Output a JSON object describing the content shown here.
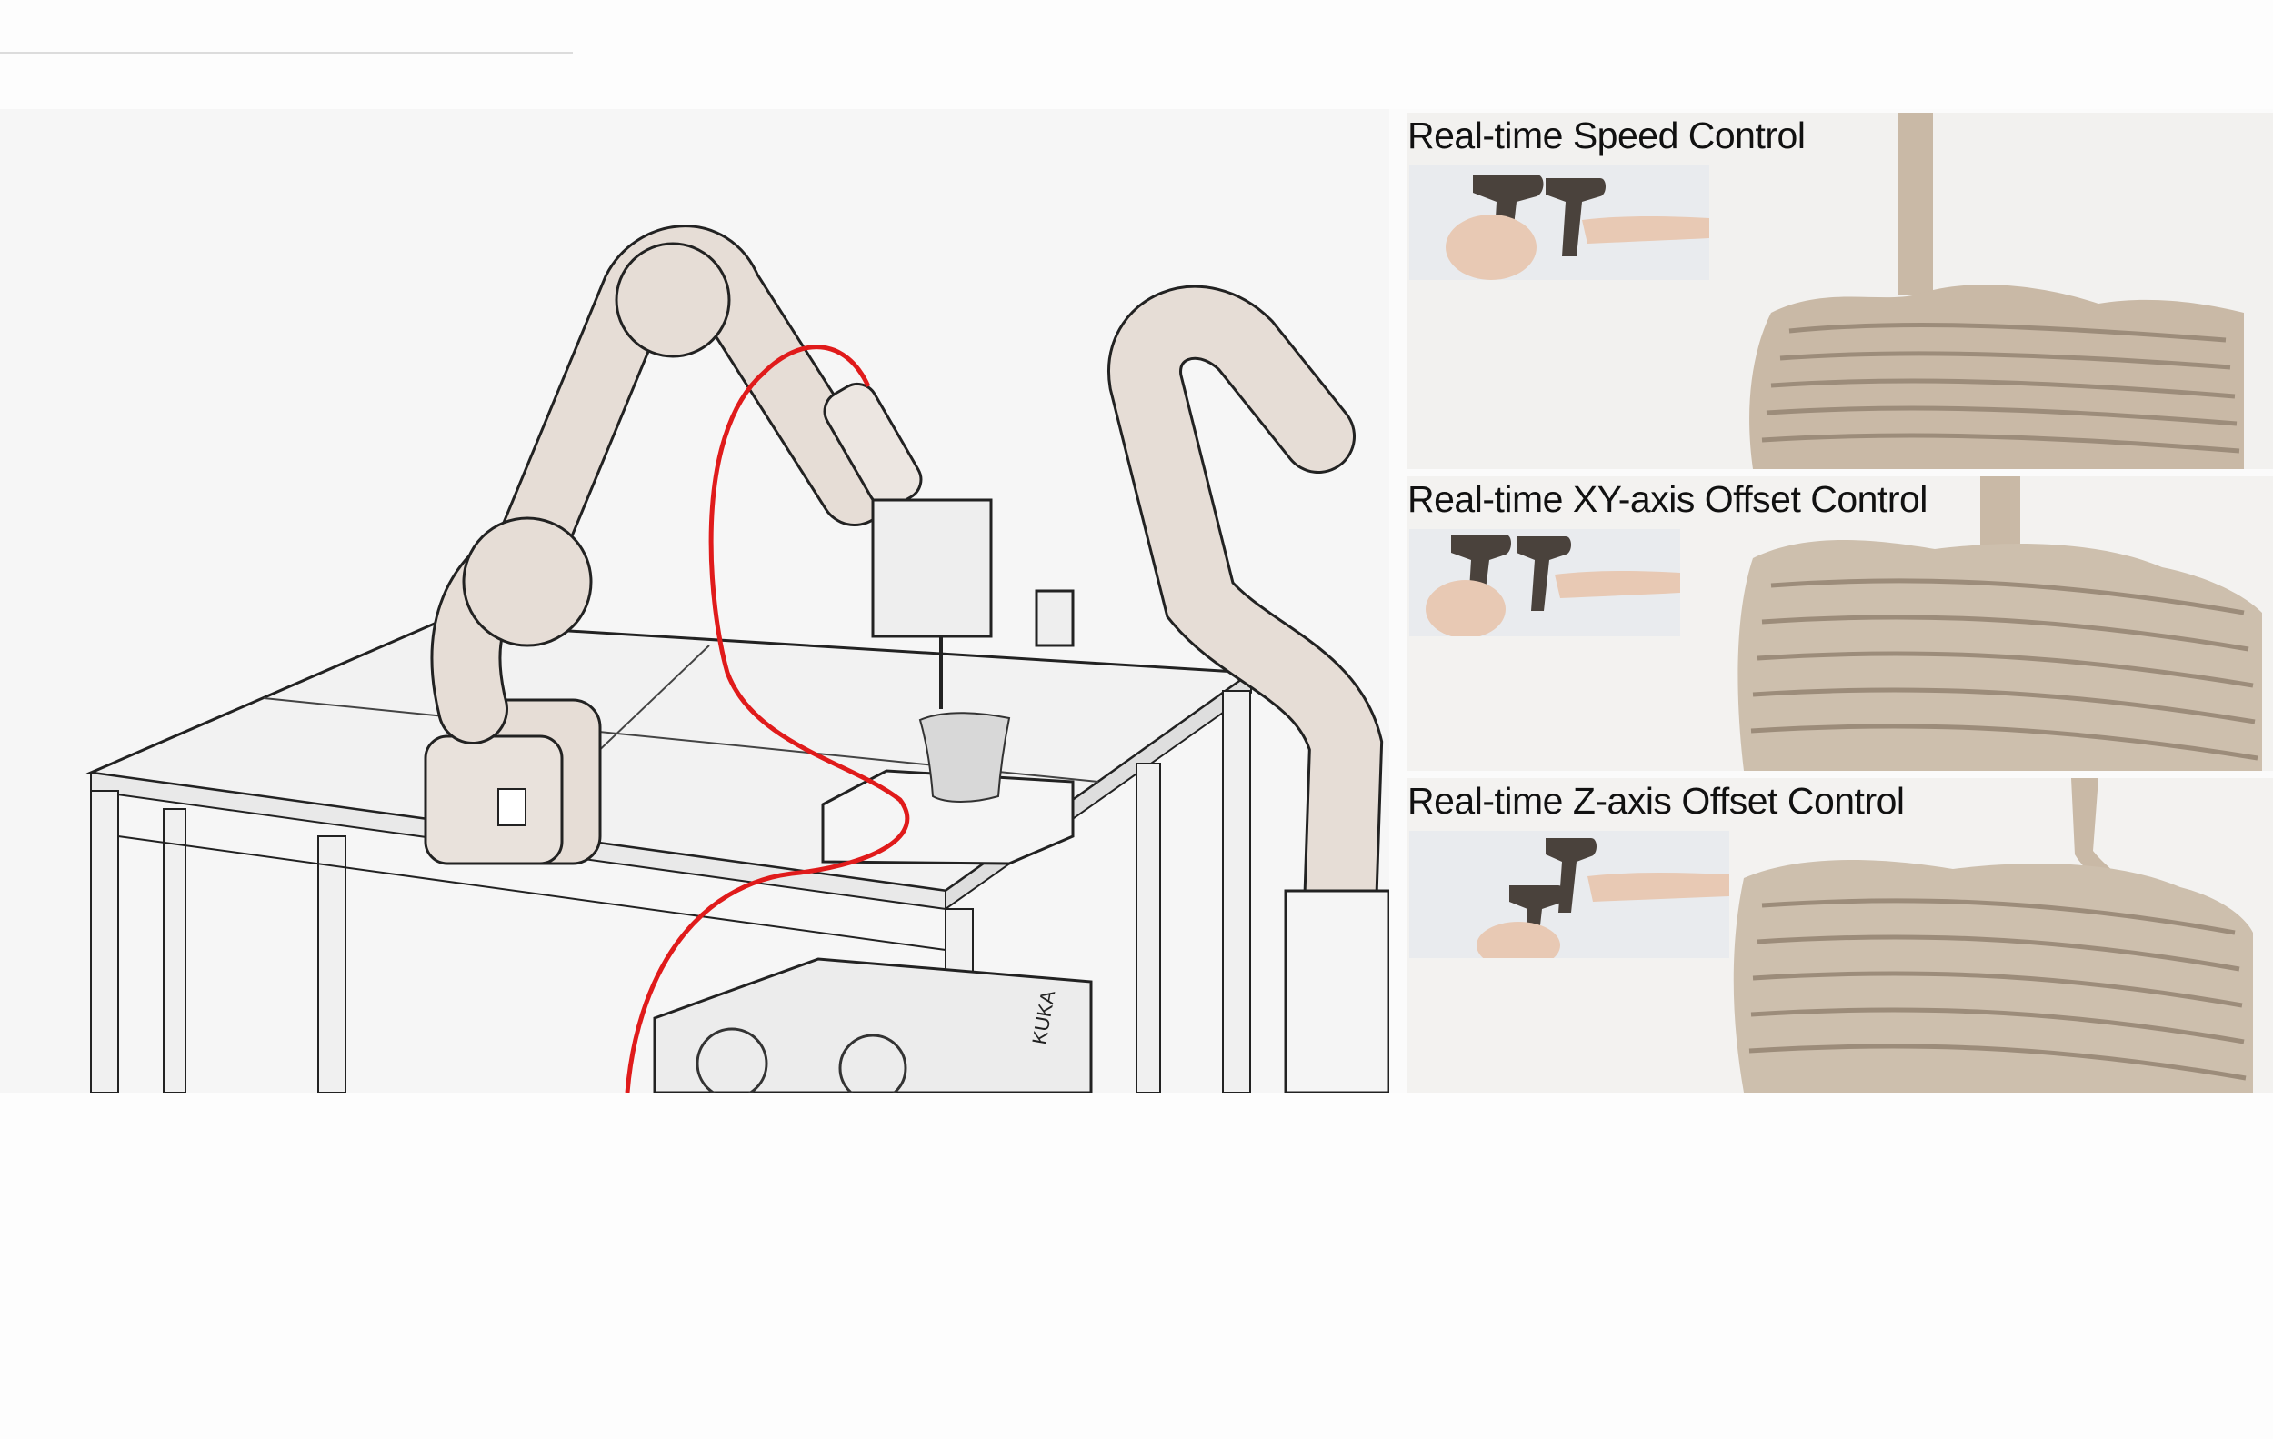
{
  "panels": [
    {
      "title": "Real-time Speed Control"
    },
    {
      "title": "Real-time XY-axis Offset Control"
    },
    {
      "title": "Real-time Z-axis Offset Control"
    }
  ],
  "illustration": {
    "brand_label": "KUKA",
    "robot_color": "#e6ddd6",
    "cable_color": "#e01b1b"
  },
  "colors": {
    "clay": "#c9b9a6",
    "clay_shadow": "#9c8c7a",
    "controller": "#4a423c"
  }
}
